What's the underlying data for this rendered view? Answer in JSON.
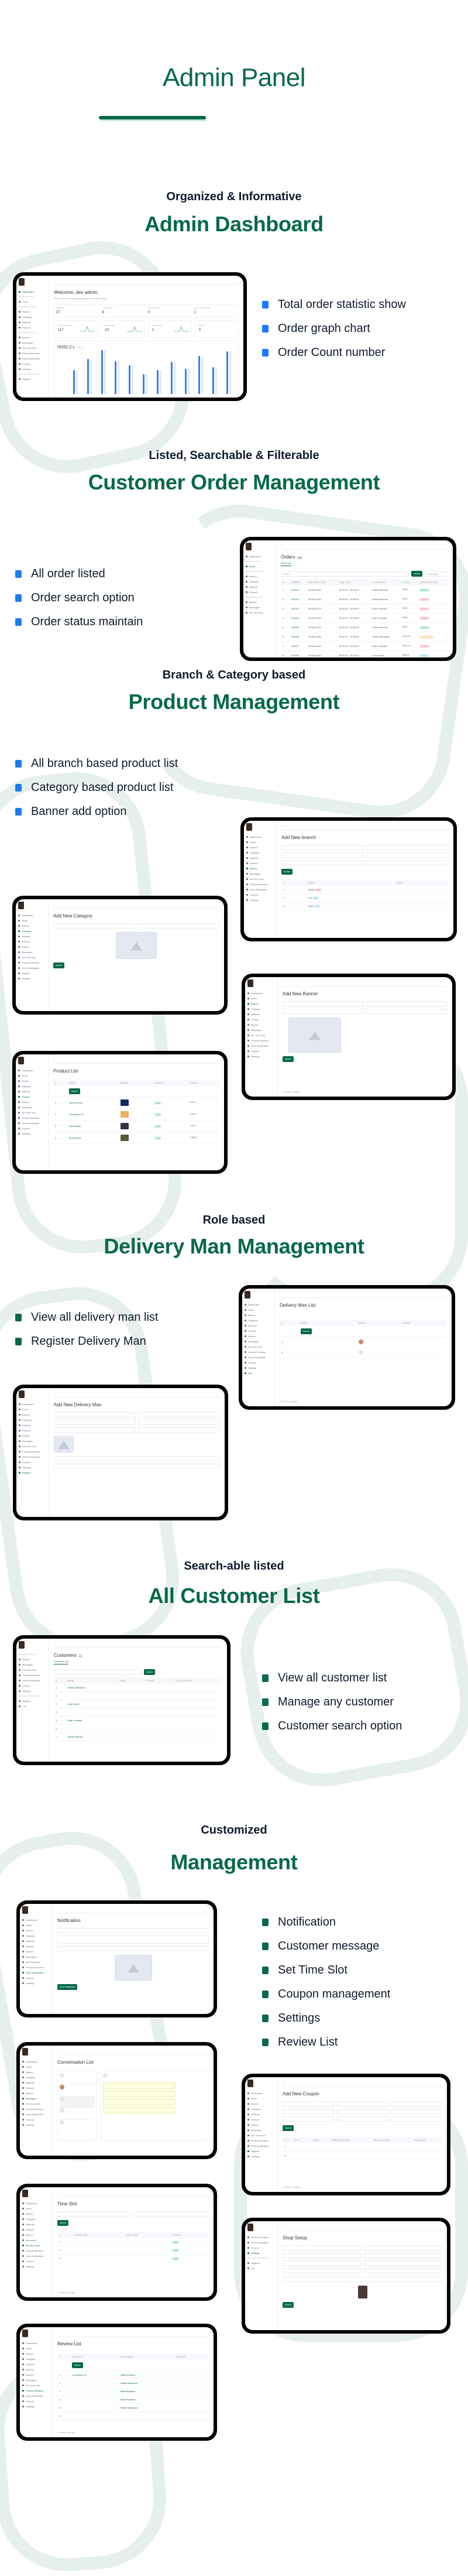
{
  "page": {
    "title": "Admin Panel"
  },
  "sections": [
    {
      "subtitle": "Organized & Informative",
      "title": "Admin Dashboard",
      "bullets": [
        "Total order statistic show",
        "Order graph chart",
        "Order Count number"
      ],
      "bullet_color": "#1a7cf0"
    },
    {
      "subtitle": "Listed, Searchable & Filterable",
      "title": "Customer Order Management",
      "bullets": [
        "All order listed",
        "Order search option",
        "Order status maintain"
      ],
      "bullet_color": "#1a7cf0"
    },
    {
      "subtitle": "Branch & Category based",
      "title": "Product Management",
      "bullets": [
        "All branch based product list",
        "Category based product list",
        "Banner add option"
      ],
      "bullet_color": "#1a7cf0"
    },
    {
      "subtitle": "Role based",
      "title": "Delivery Man Management",
      "bullets": [
        "View all delivery man list",
        "Register Delivery Man"
      ],
      "bullet_color": "#07694b"
    },
    {
      "subtitle": "Search-able listed",
      "title": "All Customer List",
      "bullets": [
        "View all customer list",
        "Manage any customer",
        "Customer search option"
      ],
      "bullet_color": "#07694b"
    },
    {
      "subtitle": "Customized",
      "title": "Management",
      "bullets": [
        "Notification",
        "Customer message",
        "Set Time Slot",
        "Coupon management",
        "Settings",
        "Review List"
      ],
      "bullet_color": "#07694b"
    }
  ],
  "colors": {
    "brand_green": "#07694b",
    "bullet_blue": "#1a7cf0",
    "swirl": "#e6efec",
    "text_dark": "#0f1a2e"
  },
  "mock": {
    "sidebar": {
      "items": [
        "Dashboard",
        "Order",
        "Banner",
        "Category",
        "Attribute",
        "Product",
        "Branch",
        "Messages",
        "Set Time Slot",
        "Product Reviews",
        "Send Notification",
        "Coupon",
        "Settings",
        "Register",
        "List"
      ],
      "sections": [
        "ORDER SECTION",
        "PRODUCT SECTION",
        "BUSINESS SECTION",
        "DELIVERY MAN SECTION"
      ]
    },
    "dashboard": {
      "welcome": "Welcome, dev admin.",
      "welcome_sub": "Hello, here is what happening with your shop today.",
      "stats": [
        {
          "label": "PENDING",
          "value": "37"
        },
        {
          "label": "CONFIRMED",
          "value": "6"
        },
        {
          "label": "PROCESSING",
          "value": "0"
        },
        {
          "label": "OUT FOR DELIVERY",
          "value": "1"
        }
      ],
      "stats2": [
        {
          "label": "TOTAL ORDERS",
          "value": "117"
        },
        {
          "label": "DELIVERED",
          "value": "13"
        },
        {
          "label": "RETURNED",
          "value": "1"
        },
        {
          "label": "FAILED",
          "value": "0"
        }
      ],
      "total_amount": "76332.2 ৳",
      "growth": "12 %"
    },
    "orders": {
      "title": "Orders",
      "count": "163",
      "tab": "Order List",
      "search_placeholder": "Search",
      "search_button": "search",
      "date_placeholder": "mm/dd/yyyy",
      "columns": [
        "#",
        "ORDER",
        "DELIVERY DATE",
        "TIME SLOT",
        "CUSTOMER",
        "TOTAL",
        "ORDER STATUS"
      ],
      "rows": [
        [
          "1",
          "100163",
          "05 May 2021",
          "19:30:00 - 19:30:00",
          "Habib Rahman",
          "760 ৳",
          "Delivered"
        ],
        [
          "2",
          "100162",
          "05 May 2021",
          "19:30:00 - 19:30:00",
          "Habib Rahman",
          "520 ৳",
          "Canceled"
        ],
        [
          "3",
          "100161",
          "05 May 2021",
          "19:30:00 - 19:30:00",
          "Kabir Hossain",
          "760 ৳",
          "Canceled"
        ],
        [
          "4",
          "100160",
          "05 May 2021",
          "19:30:00 - 19:30:00",
          "Kabir Hossain",
          "260 ৳",
          "Canceled"
        ],
        [
          "5",
          "100159",
          "06 May 2021",
          "19:30:00 - 19:30:00",
          "Habib Rahman",
          "520 ৳",
          "Delivered"
        ],
        [
          "6",
          "100158",
          "05 May 2021",
          "19:30:00 - 19:30:00",
          "Sultan Mahamud",
          "1101.2 ৳",
          "Out for Delivery"
        ],
        [
          "7",
          "100157",
          "03 May 2021",
          "09:30:00 - 23:30:00",
          "Kabir Hossain",
          "1101.2 ৳",
          "Canceled"
        ],
        [
          "8",
          "100156",
          "03 May 2021",
          "09:30:00 - 23:30:00",
          "Imran Kabir",
          "3000 ৳",
          "Pending"
        ],
        [
          "9",
          "100155",
          "03 May 2021",
          "09:30:00 - 23:30:00",
          "Imran Kabir",
          "3000 ৳",
          "Canceled"
        ],
        [
          "10",
          "100154",
          "03 May 2021",
          "09:30:00 - 23:30:00",
          "Imran Kabir",
          "1101.2 ৳",
          "Canceled"
        ]
      ]
    },
    "branch": {
      "title": "Add New branch",
      "submit": "Submit"
    },
    "category": {
      "title": "Add New Category",
      "submit": "Submit"
    },
    "banner": {
      "title": "Add New Banner",
      "submit": "Submit"
    },
    "product_list": {
      "title": "Product List",
      "search_button": "Search",
      "rows": [
        [
          "1",
          "New Product",
          "active",
          "520 ৳"
        ],
        [
          "2",
          "Cornflakes 23",
          "active",
          "150 ৳"
        ],
        [
          "3",
          "New Watch",
          "active",
          "120 ৳"
        ],
        [
          "4",
          "Stock purse",
          "active",
          "1350 ৳"
        ]
      ]
    },
    "delivery_list": {
      "title": "Delivery Man List",
      "search_button": "Search"
    },
    "delivery_add": {
      "title": "Add New Delivery Man"
    },
    "customers": {
      "title": "Customers",
      "count": "12",
      "tab": "Customer List",
      "search_button": "search"
    },
    "notification": {
      "title": "Notification",
      "submit": "Send Notification"
    },
    "conversation": {
      "title": "Conversation List"
    },
    "time_slot": {
      "title": "Time Slot",
      "submit": "Submit"
    },
    "coupon": {
      "title": "Add New Coupon",
      "submit": "Submit"
    },
    "shop_setup": {
      "title": "Shop Setup",
      "submit": "Submit"
    },
    "review_list": {
      "title": "Review List",
      "search_button": "Search"
    },
    "copyright": "© market. copyright"
  }
}
